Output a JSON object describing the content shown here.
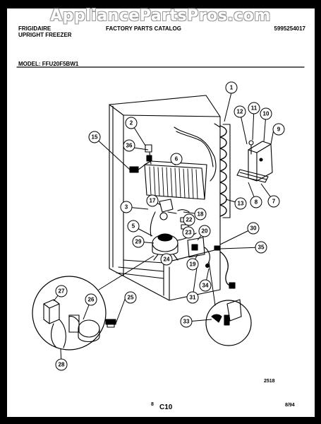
{
  "watermark": "AppliancePartsPros.com",
  "header": {
    "brand": "FRIGIDAIRE",
    "subtitle": "UPRIGHT FREEZER",
    "catalog": "FACTORY PARTS CATALOG",
    "catalog_number": "5995254017",
    "model_line": "MODEL: FFU20F5BW1"
  },
  "footer": {
    "sheet_number": "2518",
    "page_prefix": "8",
    "page_number": "C10",
    "date": "8/94"
  },
  "callouts": [
    "1",
    "2",
    "3",
    "5",
    "6",
    "7",
    "8",
    "9",
    "10",
    "11",
    "12",
    "13",
    "15",
    "17",
    "18",
    "19",
    "20",
    "22",
    "23",
    "24",
    "25",
    "26",
    "27",
    "28",
    "29",
    "30",
    "31",
    "33",
    "34",
    "35",
    "36"
  ]
}
